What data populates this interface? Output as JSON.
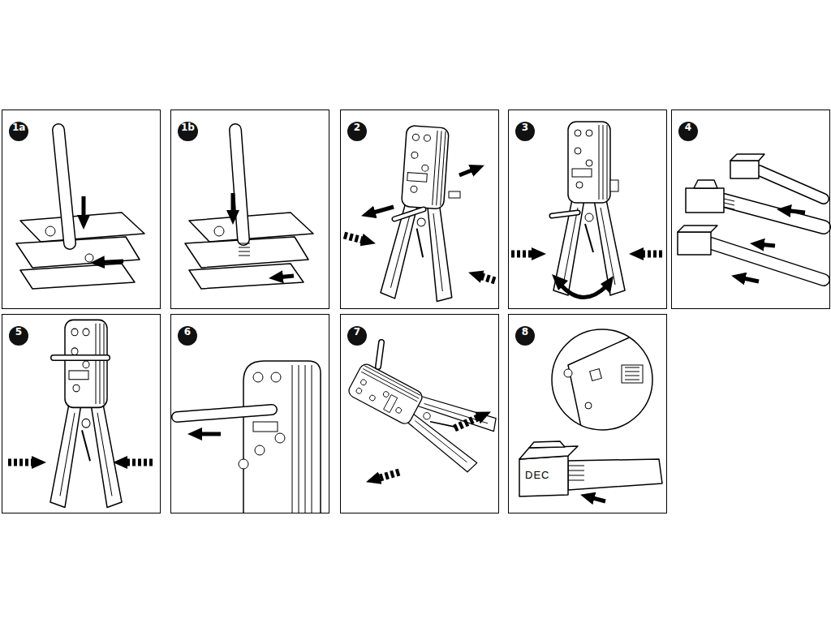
{
  "diagram": {
    "nodes": [
      {
        "text": [
          "1a"
        ]
      },
      {
        "text": [
          "1b"
        ]
      },
      {
        "text": [
          "2"
        ]
      },
      {
        "text": [
          "3"
        ]
      },
      {
        "text": [
          "4"
        ]
      },
      {
        "text": [
          "5"
        ]
      },
      {
        "text": [
          "6"
        ]
      },
      {
        "text": [
          "7"
        ]
      },
      {
        "text": [
          "8"
        ]
      }
    ],
    "labels": [
      "DEC"
    ]
  }
}
